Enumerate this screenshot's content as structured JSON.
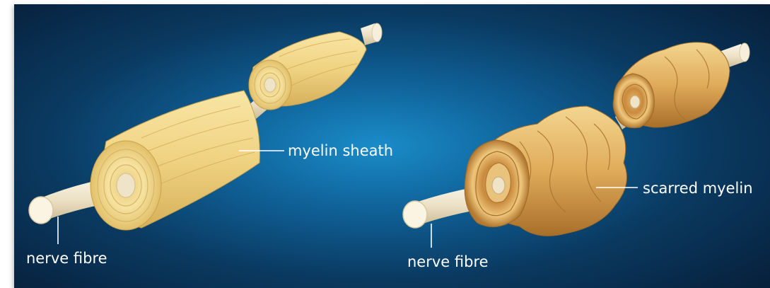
{
  "labels": {
    "myelin_sheath": "myelin sheath",
    "nerve_fibre_left": "nerve fibre",
    "scarred_myelin": "scarred myelin",
    "nerve_fibre_right": "nerve fibre"
  },
  "colors": {
    "background_center": "#1a8cc9",
    "background_edge": "#071f3a",
    "myelin": "#f3d98a",
    "myelin_shadow": "#d9b659",
    "nerve_fibre": "#f1e6cf",
    "scarred_light": "#eec77a",
    "scarred_dark": "#b57b2e",
    "label_text": "#ffffff"
  }
}
